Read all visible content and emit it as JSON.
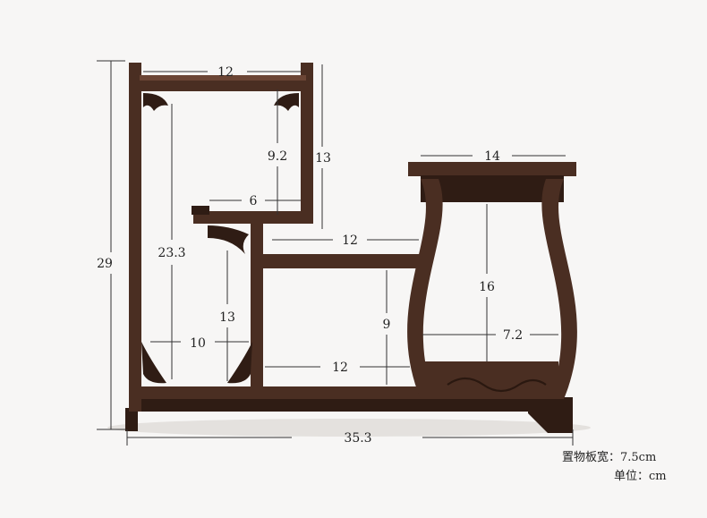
{
  "colors": {
    "background": "#f7f6f5",
    "wood": "#4a2e22",
    "dimension_line": "#333333"
  },
  "dimensions": {
    "top_width": "12",
    "top_shelf_drop": "9.2",
    "upper_side_height": "13",
    "right_top_width": "14",
    "small_shelf_width": "6",
    "middle_shelf_width": "12",
    "inner_left_height": "23.3",
    "overall_height": "29",
    "right_column_height": "16",
    "lower_inner_height": "13",
    "middle_gap_height": "9",
    "lower_left_width": "10",
    "lower_middle_width": "12",
    "right_inner_width": "7.2",
    "overall_width": "35.3"
  },
  "notes": {
    "shelf_width": "置物板宽：7.5cm",
    "unit": "单位：cm"
  }
}
